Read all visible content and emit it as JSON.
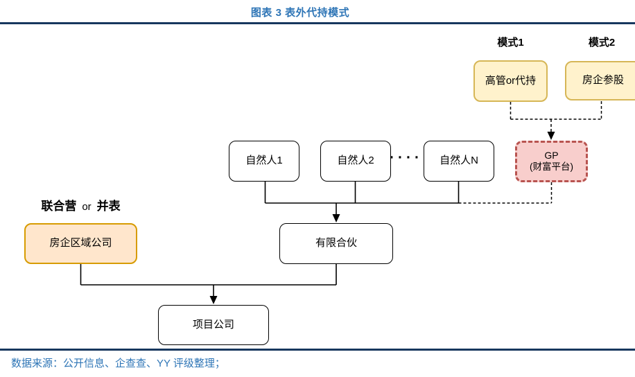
{
  "header": {
    "title": "图表 3 表外代持模式"
  },
  "diagram": {
    "mode1_label": "模式1",
    "mode2_label": "模式2",
    "boxes": {
      "executive": "高管or代持",
      "developer_stake": "房企参股",
      "gp_line1": "GP",
      "gp_line2": "(财富平台)",
      "natural1": "自然人1",
      "natural2": "自然人2",
      "naturalN": "自然人N",
      "regional": "房企区域公司",
      "partnership": "有限合伙",
      "project": "项目公司"
    },
    "dots": "····",
    "left_label": {
      "joint": "联合营",
      "or": "or",
      "consolidate": "并表"
    }
  },
  "footer": {
    "source": "数据来源：公开信息、企查查、YY 评级整理；"
  },
  "colors": {
    "accent_blue": "#2E75B6",
    "rule_navy": "#17375E",
    "yellow_fill": "#FFF2CC",
    "yellow_border": "#D6B656",
    "orange_fill": "#FFE6CC",
    "orange_border": "#D79B00",
    "red_fill": "#F8CECC",
    "red_border": "#B85450"
  }
}
